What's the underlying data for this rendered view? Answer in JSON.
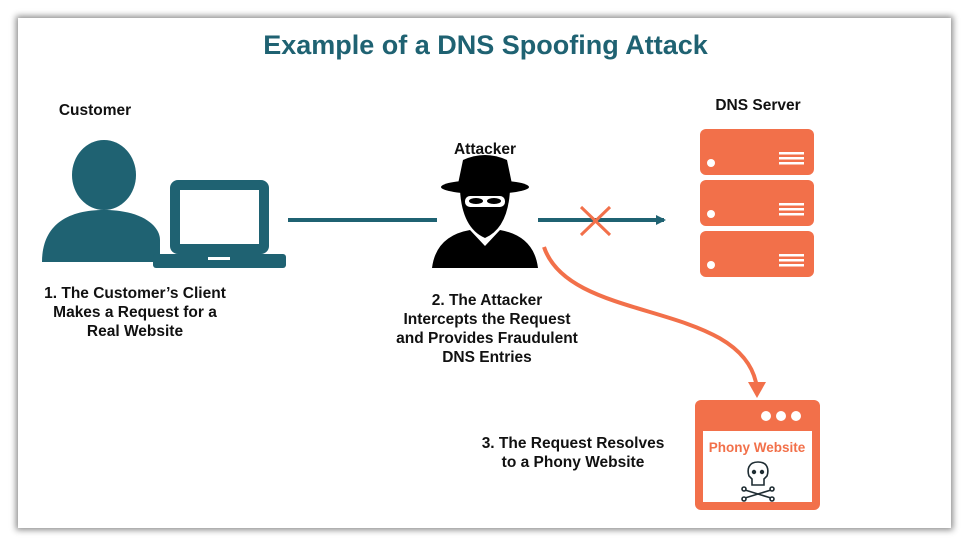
{
  "title": "Example of a DNS Spoofing Attack",
  "labels": {
    "customer": "Customer",
    "attacker": "Attacker",
    "dns_server": "DNS Server"
  },
  "steps": {
    "step1": "1. The Customer’s Client\nMakes a Request for a\nReal Website",
    "step2": "2. The Attacker\nIntercepts the Request\nand Provides Fraudulent\nDNS Entries",
    "step3": "3. The Request Resolves\nto a Phony Website"
  },
  "phony_site": {
    "label": "Phony Website"
  },
  "colors": {
    "teal": "#1f6272",
    "orange": "#f2704a",
    "black": "#000000"
  },
  "icons": [
    "user-icon",
    "laptop-icon",
    "hacker-icon",
    "server-icon",
    "browser-window-icon",
    "skull-icon",
    "blocked-x-icon"
  ]
}
